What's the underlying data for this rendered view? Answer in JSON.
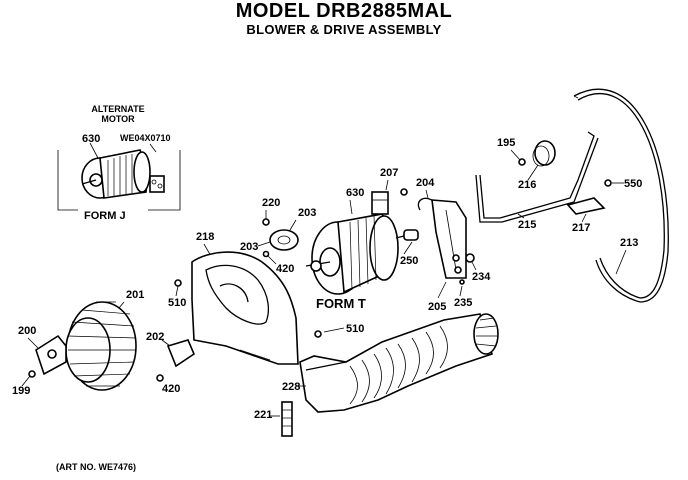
{
  "header": {
    "title": "MODEL DRB2885MAL",
    "subtitle": "BLOWER & DRIVE ASSEMBLY"
  },
  "inset": {
    "heading_line1": "ALTERNATE",
    "heading_line2": "MOTOR",
    "motor_ref": "630",
    "kit_ref": "WE04X0710",
    "form_label": "FORM J"
  },
  "motor_form_label": "FORM T",
  "parts": {
    "p195": "195",
    "p200": "200",
    "p201": "201",
    "p202": "202",
    "p203a": "203",
    "p203b": "203",
    "p204": "204",
    "p205": "205",
    "p207": "207",
    "p213": "213",
    "p215": "215",
    "p216": "216",
    "p217": "217",
    "p218": "218",
    "p220": "220",
    "p221": "221",
    "p228": "228",
    "p234": "234",
    "p235": "235",
    "p250": "250",
    "p420a": "420",
    "p420b": "420",
    "p510a": "510",
    "p510b": "510",
    "p550": "550",
    "p630": "630",
    "p199": "199"
  },
  "footer": {
    "art_number": "(ART NO. WE7476)"
  }
}
